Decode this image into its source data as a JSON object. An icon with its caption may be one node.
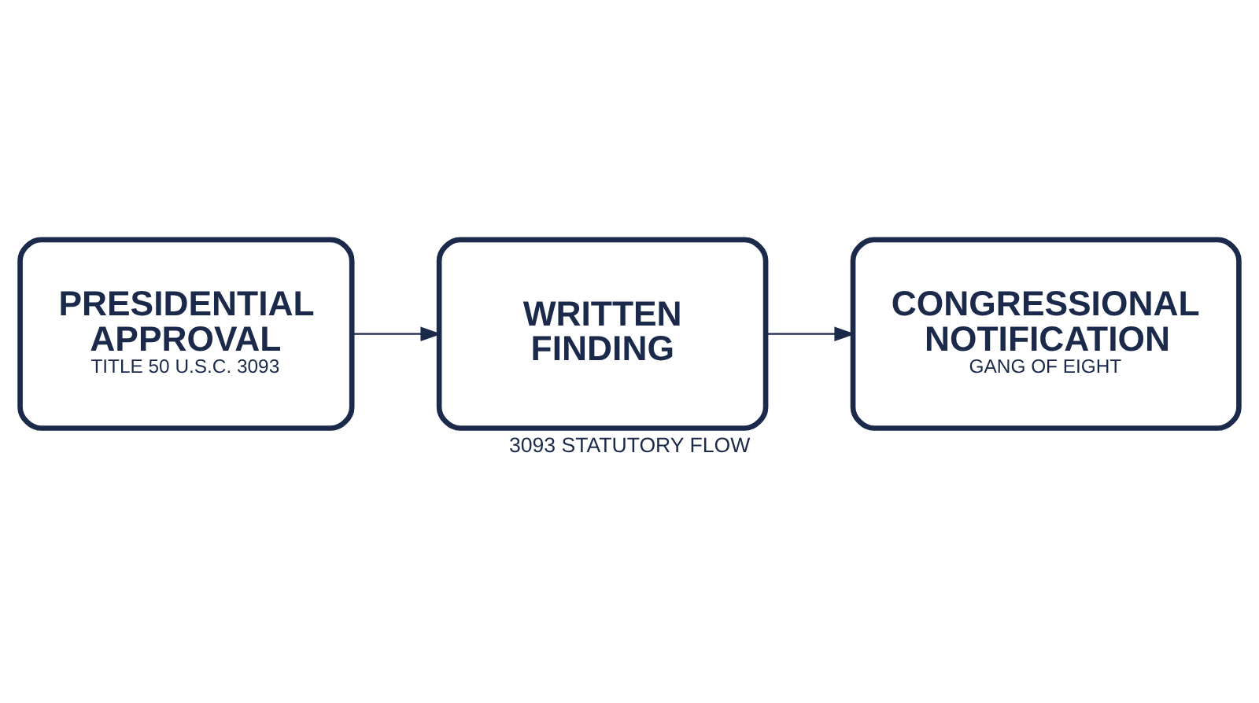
{
  "diagram": {
    "caption": "3093 STATUTORY FLOW",
    "nodes": [
      {
        "text": [
          "PRESIDENTIAL APPROVAL",
          "TITLE 50 U.S.C. 3093"
        ]
      },
      {
        "text": [
          "WRITTEN FINDING"
        ]
      },
      {
        "text": [
          "CONGRESSIONAL NOTIFICATION",
          "GANG OF EIGHT"
        ]
      }
    ],
    "edges": [
      {
        "from": 0,
        "to": 1,
        "arrow": "to"
      },
      {
        "from": 1,
        "to": 2,
        "arrow": "to"
      }
    ]
  }
}
